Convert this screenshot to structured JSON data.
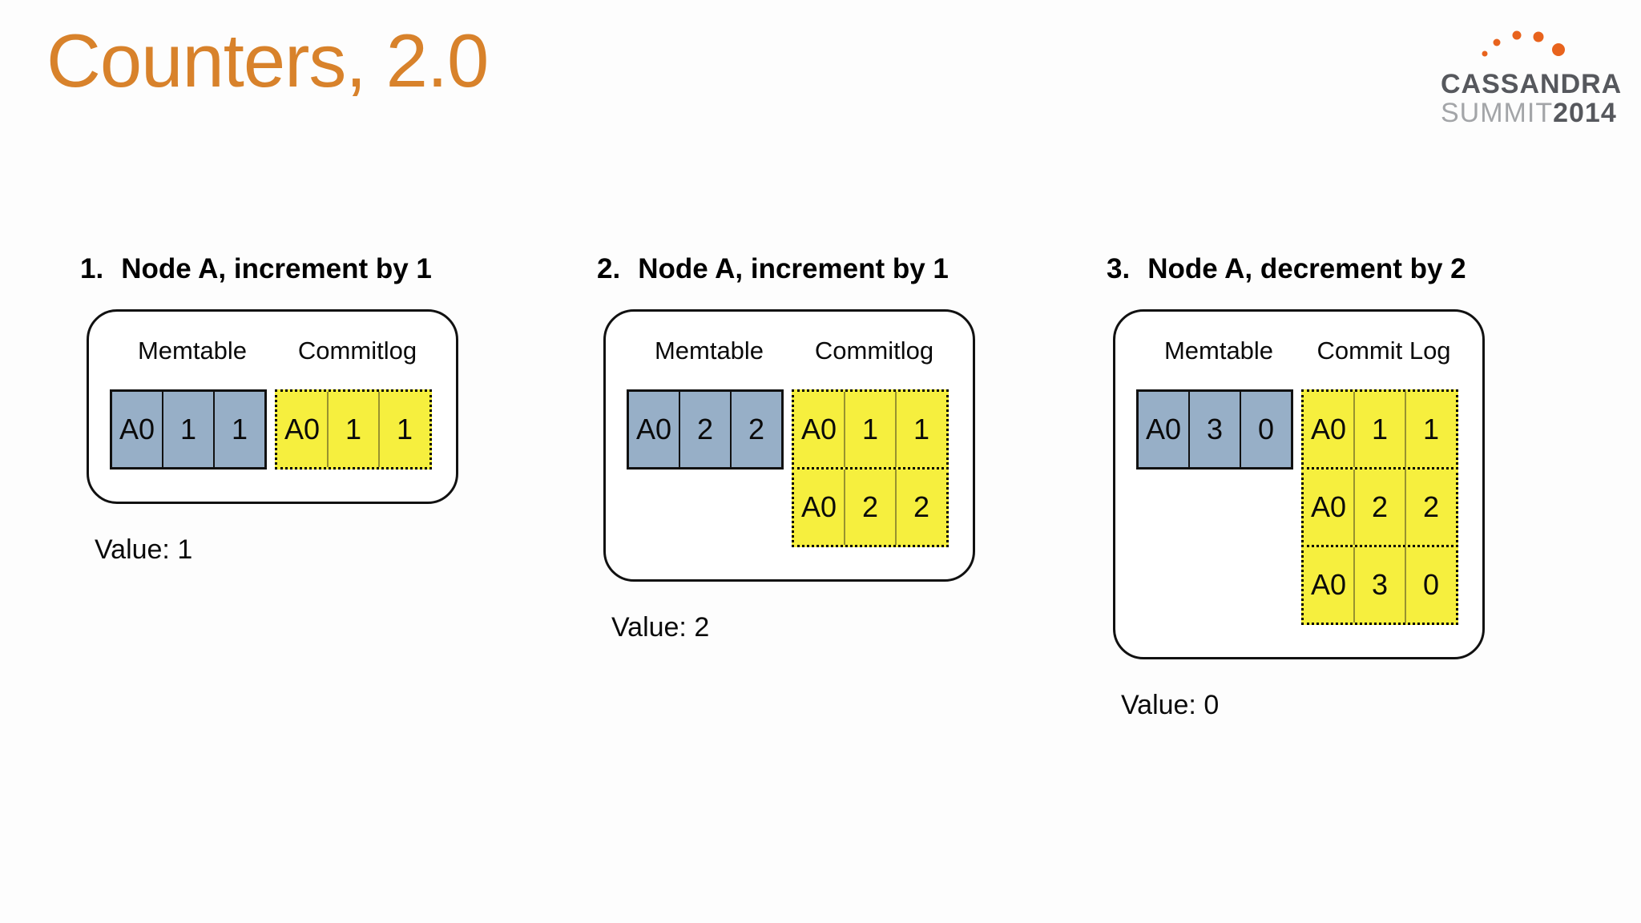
{
  "slide": {
    "title": "Counters, 2.0"
  },
  "logo": {
    "brand": "CASSANDRA",
    "event": "SUMMIT",
    "year": "2014"
  },
  "panels": [
    {
      "number": "1.",
      "heading": "Node A, increment by 1",
      "memtable_label": "Memtable",
      "commitlog_label": "Commitlog",
      "memtable": [
        "A0",
        "1",
        "1"
      ],
      "commitlog_rows": [
        [
          "A0",
          "1",
          "1"
        ]
      ],
      "value": "Value: 1"
    },
    {
      "number": "2.",
      "heading": "Node A, increment by 1",
      "memtable_label": "Memtable",
      "commitlog_label": "Commitlog",
      "memtable": [
        "A0",
        "2",
        "2"
      ],
      "commitlog_rows": [
        [
          "A0",
          "1",
          "1"
        ],
        [
          "A0",
          "2",
          "2"
        ]
      ],
      "value": "Value: 2"
    },
    {
      "number": "3.",
      "heading": "Node A, decrement by 2",
      "memtable_label": "Memtable",
      "commitlog_label": "Commit Log",
      "memtable": [
        "A0",
        "3",
        "0"
      ],
      "commitlog_rows": [
        [
          "A0",
          "1",
          "1"
        ],
        [
          "A0",
          "2",
          "2"
        ],
        [
          "A0",
          "3",
          "0"
        ]
      ],
      "value": "Value: 0"
    }
  ],
  "colors": {
    "title": "#D8822B",
    "memtable_fill": "#97AFC7",
    "commitlog_fill": "#F6EF3E",
    "commitlog_divider": "#98922F",
    "logo_dot": "#E8631D",
    "logo_dark": "#56585D",
    "logo_light": "#A3A5A8"
  }
}
